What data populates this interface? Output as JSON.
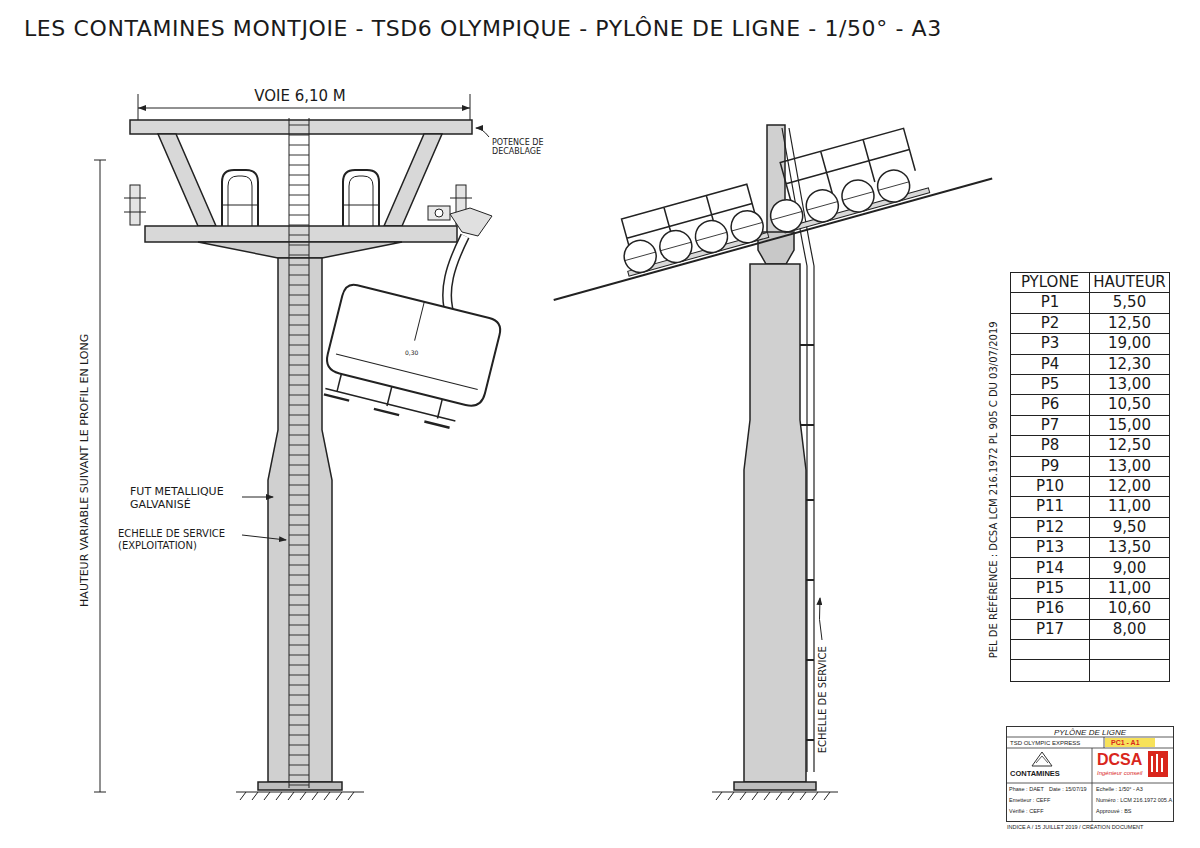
{
  "diagram": {
    "title": "LES CONTAMINES MONTJOIE - TSD6 OLYMPIQUE - PYLÔNE DE LIGNE - 1/50° - A3",
    "nodes": [
      {
        "text": [
          "PYLÔNE DE LIGNE",
          "TSD OLYMPIC EXPRESS",
          "PC1 - A1",
          "CONTAMINES",
          "DCSA",
          "Ingénieur conseil",
          "Phase : DAET",
          "Date : 15/07/19",
          "Echelle : 1/50° - A3",
          "Emetteur : CEFF",
          "Numéro : LCM 216.1972 005.A",
          "Vérifié : CEFF",
          "Approuvé : BS",
          "INDICE A / 15 JUILLET 2019 / CRÉATION DOCUMENT"
        ]
      }
    ],
    "labels": [
      "VOIE 6,10 M",
      "POTENCE DE DECABLAGE",
      "0,30",
      "FUT METALLIQUE GALVANISÉ",
      "ECHELLE DE SERVICE (EXPLOITATION)",
      "HAUTEUR VARIABLE SUIVANT LE PROFIL EN LONG",
      "ECHELLE DE SERVICE",
      "PEL DE RÉFÉRENCE : DCSA LCM 216.1972 PL 905 C DU 03/07/2019",
      "PYLONE",
      "HAUTEUR",
      "P1",
      "5,50",
      "P2",
      "12,50",
      "P3",
      "19,00",
      "P4",
      "12,30",
      "P5",
      "13,00",
      "P6",
      "10,50",
      "P7",
      "15,00",
      "P8",
      "12,50",
      "P9",
      "13,00",
      "P10",
      "12,00",
      "P11",
      "11,00",
      "P12",
      "9,50",
      "P13",
      "13,50",
      "P14",
      "9,00",
      "P15",
      "11,00",
      "P16",
      "10,60",
      "P17",
      "8,00"
    ]
  }
}
